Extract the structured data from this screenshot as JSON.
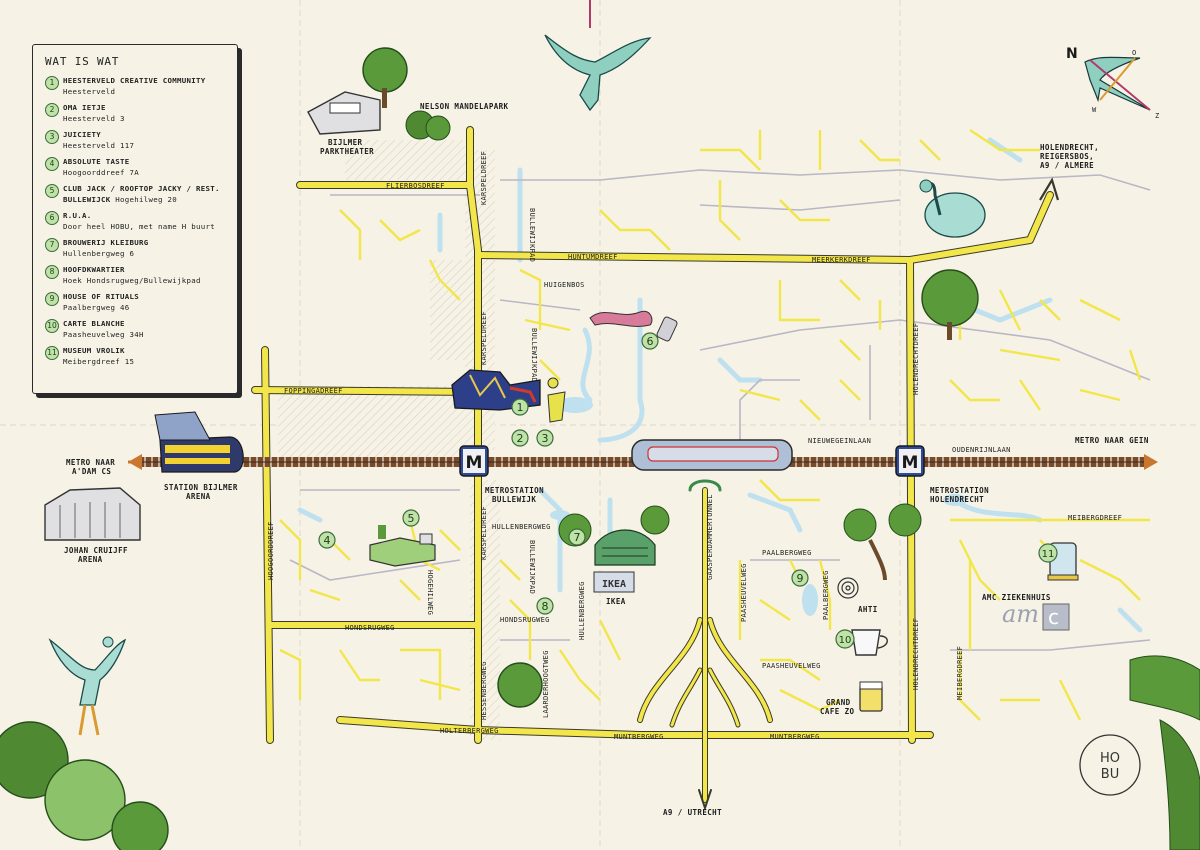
{
  "legend": {
    "title": "WAT IS WAT",
    "items": [
      {
        "num": "1",
        "name": "HEESTERVELD CREATIVE COMMUNITY",
        "addr": "Heesterveld"
      },
      {
        "num": "2",
        "name": "OMA IETJE",
        "addr": "Heesterveld 3"
      },
      {
        "num": "3",
        "name": "JUICIETY",
        "addr": "Heesterveld 117"
      },
      {
        "num": "4",
        "name": "ABSOLUTE TASTE",
        "addr": "Hoogoorddreef 7A"
      },
      {
        "num": "5",
        "name": "CLUB JACK / ROOFTOP JACKY / REST. BULLEWIJCK",
        "addr": "Hogehilweg 20"
      },
      {
        "num": "6",
        "name": "R.U.A.",
        "addr": "Door heel HOBU, met name H buurt"
      },
      {
        "num": "7",
        "name": "BROUWERIJ KLEIBURG",
        "addr": "Hullenbergweg 6"
      },
      {
        "num": "8",
        "name": "HOOFDKWARTIER",
        "addr": "Hoek Hondsrugweg/Bullewijkpad"
      },
      {
        "num": "9",
        "name": "HOUSE OF RITUALS",
        "addr": "Paalbergweg 46"
      },
      {
        "num": "10",
        "name": "CARTE BLANCHE",
        "addr": "Paasheuvelweg 34H"
      },
      {
        "num": "11",
        "name": "MUSEUM VROLIK",
        "addr": "Meibergdreef 15"
      }
    ]
  },
  "compass": {
    "n": "N",
    "o": "O",
    "w": "W",
    "z": "Z"
  },
  "places": {
    "nelson": "NELSON MANDELAPARK",
    "theater1": "BIJLMER",
    "theater2": "PARKTHEATER",
    "holendrecht_dest1": "HOLENDRECHT,",
    "holendrecht_dest2": "REIGERSBOS,",
    "holendrecht_dest3": "A9 / ALMERE",
    "metro_west1": "METRO NAAR",
    "metro_west2": "A'DAM CS",
    "metro_east": "METRO NAAR GEIN",
    "station_arena1": "STATION BIJLMER",
    "station_arena2": "ARENA",
    "arena1": "JOHAN CRUIJFF",
    "arena2": "ARENA",
    "ms_bullewijk1": "METROSTATION",
    "ms_bullewijk2": "BULLEWIJK",
    "ms_holendrecht1": "METROSTATION",
    "ms_holendrecht2": "HOLENDRECHT",
    "ikea": "IKEA",
    "ikea_sign": "IKEA",
    "ahti": "AHTI",
    "amc": "AMC ZIEKENHUIS",
    "grand1": "GRAND",
    "grand2": "CAFE ZO",
    "utrecht": "A9 / UTRECHT",
    "hobu1": "HO",
    "hobu2": "BU"
  },
  "streets": {
    "fliersbos": "FLIERBOSDREEF",
    "karspel": "KARSPELDREEF",
    "bullewijkpad": "BULLEWIJKPAD",
    "huntum": "HUNTUMDREEF",
    "meerkerk": "MEERKERKDREEF",
    "huigenbos": "HUIGENBOS",
    "holendrechtdreef": "HOLENDRECHTDREEF",
    "foppinga": "FOPPINGADREEF",
    "nieuwegein": "NIEUWEGEINLAAN",
    "oudenrijn": "OUDENRIJNLAAN",
    "hullenberg": "HULLENBERGWEG",
    "hoogoord": "HOOGOORDDREEF",
    "hogehil": "HOGEHILWEG",
    "hondsrug": "HONDSRUGWEG",
    "hessenberg": "HESSENBERGWEG",
    "laarderhoogt": "LAARDERHOOGTWEG",
    "holterberg": "HOLTERBERGWEG",
    "muntberg": "MUNTBERGWEG",
    "gaasperdam": "GAASPERDAMMERTUNNEL",
    "paalberg": "PAALBERGWEG",
    "paasheuvel": "PAASHEUVELWEG",
    "meiberg": "MEIBERGDREEF",
    "hessenberg2": "HESSENBERGWEG"
  },
  "pins": [
    "1",
    "2",
    "3",
    "4",
    "5",
    "6",
    "7",
    "8",
    "9",
    "10",
    "11"
  ],
  "colors": {
    "road": "#f2e64a",
    "road_edge": "#3a3a2a",
    "water": "#bfe0ef",
    "rail": "#6b4a2a",
    "pin": "#bfe2a7",
    "tree": "#5a9a3a"
  },
  "icons": [
    "metro-m-icon",
    "compass-bird-icon",
    "tree-icon",
    "bird-icon",
    "train-icon"
  ]
}
